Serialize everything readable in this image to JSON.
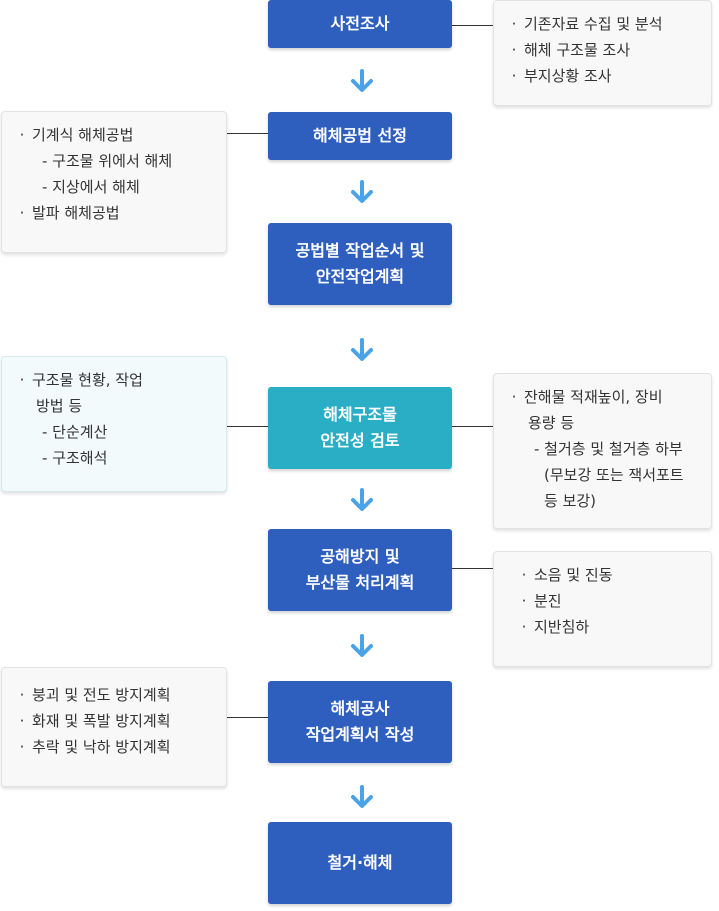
{
  "steps": {
    "s1": [
      "사전조사"
    ],
    "s2": [
      "해체공법 선정"
    ],
    "s3": [
      "공법별 작업순서 및",
      "안전작업계획"
    ],
    "s4": [
      "해체구조물",
      "안전성 검토"
    ],
    "s5": [
      "공해방지 및",
      "부산물 처리계획"
    ],
    "s6": [
      "해체공사",
      "작업계획서 작성"
    ],
    "s7": [
      "철거·해체"
    ]
  },
  "notes": {
    "n1": [
      "기존자료 수집 및 분석",
      "해체 구조물 조사",
      "부지상황 조사"
    ],
    "n2": [
      "기계식 해체공법",
      "- 구조물 위에서 해체",
      "- 지상에서 해체",
      "발파 해체공법"
    ],
    "n3": [
      "구조물 현황, 작업",
      "방법 등",
      "- 단순계산",
      "- 구조해석"
    ],
    "n4": [
      "잔해물 적재높이, 장비",
      "용량 등",
      "- 철거층 및 철거층 하부",
      "(무보강 또는 잭서포트",
      "등 보강)"
    ],
    "n5": [
      "소음 및 진동",
      "분진",
      "지반침하"
    ],
    "n6": [
      "붕괴 및 전도 방지계획",
      "화재 및 폭발 방지계획",
      "추락 및 낙하 방지계획"
    ]
  },
  "colors": {
    "step": "#2e5fbf",
    "step_highlight": "#2aaec6",
    "arrow": "#4aa3e8"
  }
}
